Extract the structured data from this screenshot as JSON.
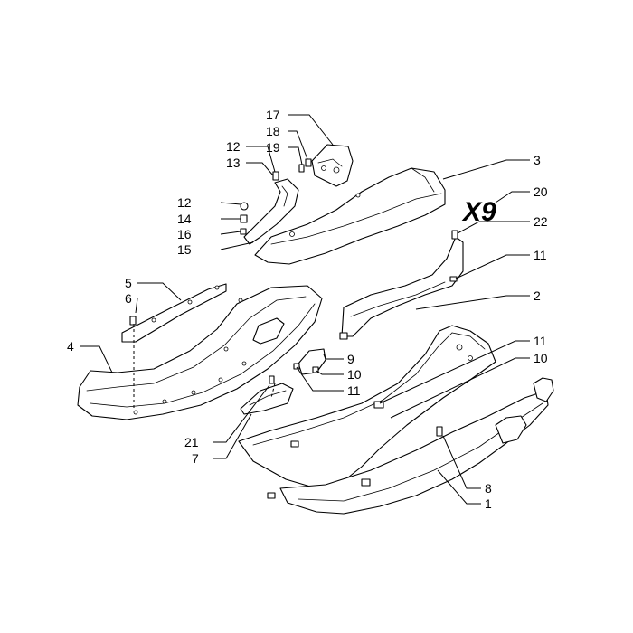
{
  "diagram": {
    "logo_text": "X9",
    "callouts": {
      "c1": "1",
      "c2": "2",
      "c3": "3",
      "c4": "4",
      "c5": "5",
      "c6": "6",
      "c7": "7",
      "c8": "8",
      "c9": "9",
      "c10a": "10",
      "c10b": "10",
      "c11a": "11",
      "c11b": "11",
      "c11c": "11",
      "c12a": "12",
      "c12b": "12",
      "c13": "13",
      "c14": "14",
      "c15": "15",
      "c16": "16",
      "c17": "17",
      "c18": "18",
      "c19": "19",
      "c20": "20",
      "c21": "21",
      "c22": "22"
    }
  }
}
